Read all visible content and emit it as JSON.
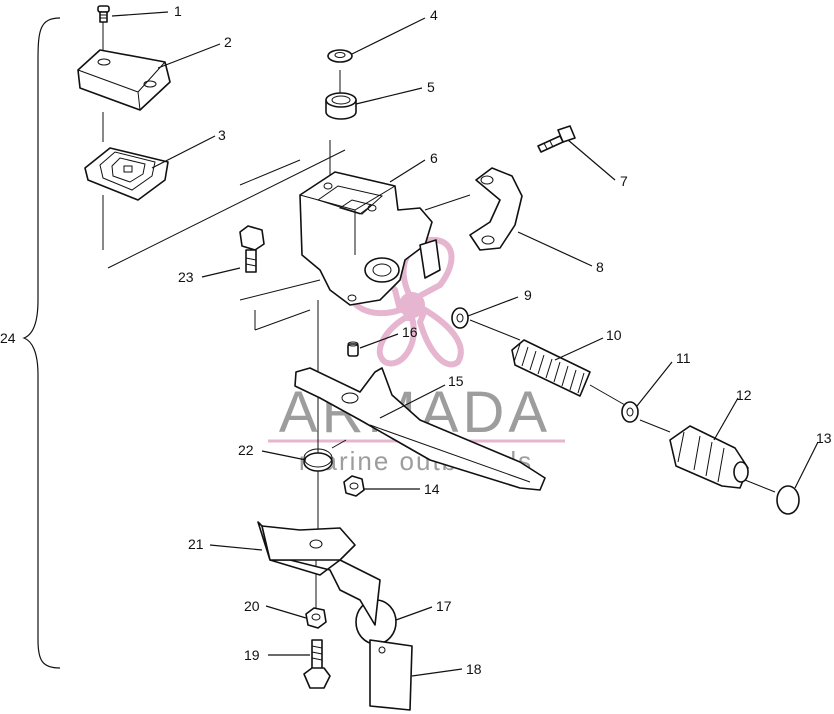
{
  "watermark": {
    "brand": "ARMADA",
    "tagline": "marine outboards",
    "brand_color": "#8c8c8c",
    "accent_color": "#e2a9c7"
  },
  "labels": [
    {
      "id": "1",
      "text": "1"
    },
    {
      "id": "2",
      "text": "2"
    },
    {
      "id": "3",
      "text": "3"
    },
    {
      "id": "4",
      "text": "4"
    },
    {
      "id": "5",
      "text": "5"
    },
    {
      "id": "6",
      "text": "6"
    },
    {
      "id": "7",
      "text": "7"
    },
    {
      "id": "8",
      "text": "8"
    },
    {
      "id": "9",
      "text": "9"
    },
    {
      "id": "10",
      "text": "10"
    },
    {
      "id": "11",
      "text": "11"
    },
    {
      "id": "12",
      "text": "12"
    },
    {
      "id": "13",
      "text": "13"
    },
    {
      "id": "14",
      "text": "14"
    },
    {
      "id": "15",
      "text": "15"
    },
    {
      "id": "16",
      "text": "16"
    },
    {
      "id": "17",
      "text": "17"
    },
    {
      "id": "18",
      "text": "18"
    },
    {
      "id": "19",
      "text": "19"
    },
    {
      "id": "20",
      "text": "20"
    },
    {
      "id": "21",
      "text": "21"
    },
    {
      "id": "22",
      "text": "22"
    },
    {
      "id": "23",
      "text": "23"
    },
    {
      "id": "24",
      "text": "24"
    }
  ]
}
